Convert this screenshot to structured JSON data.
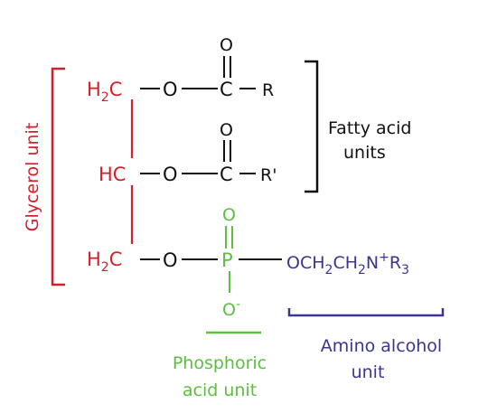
{
  "colors": {
    "black": "#111111",
    "glycerol": "#d4202a",
    "phosphoric": "#5cbf3f",
    "amino": "#3a3592"
  },
  "row1": {
    "h2c_main": "H",
    "h2c_sub": "2",
    "h2c_tail": "C",
    "oxygen": "O",
    "carbon": "C",
    "carbonyl_o": "O",
    "group": "R"
  },
  "row2": {
    "hc": "HC",
    "oxygen": "O",
    "carbon": "C",
    "carbonyl_o": "O",
    "group": "R'"
  },
  "row3": {
    "h2c_main": "H",
    "h2c_sub": "2",
    "h2c_tail": "C",
    "oxygen": "O",
    "phosphorus": "P",
    "phosphoryl_o": "O",
    "anion_o": "O",
    "anion_charge": "-",
    "amino": {
      "o_ch": "OCH",
      "sub1": "2",
      "ch": "CH",
      "sub2": "2",
      "n": "N",
      "charge": "+",
      "r": "R",
      "sub3": "3"
    }
  },
  "labels": {
    "glycerol": "Glycerol unit",
    "fatty_line1": "Fatty acid",
    "fatty_line2": "units",
    "phosphoric_line1": "Phosphoric",
    "phosphoric_line2": "acid unit",
    "amino_line1": "Amino alcohol",
    "amino_line2": "unit"
  }
}
